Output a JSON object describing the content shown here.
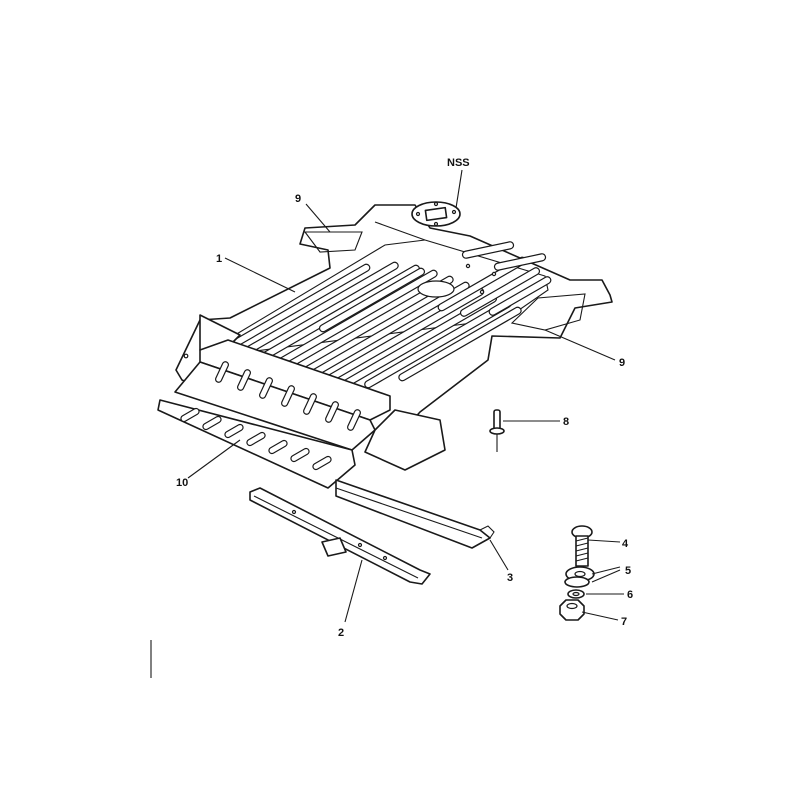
{
  "diagram": {
    "callouts": {
      "nss": "NSS",
      "p1": "1",
      "p2": "2",
      "p3": "3",
      "p4": "4",
      "p5": "5",
      "p6": "6",
      "p7": "7",
      "p8": "8",
      "p9_top": "9",
      "p9_right": "9",
      "p10": "10"
    }
  }
}
